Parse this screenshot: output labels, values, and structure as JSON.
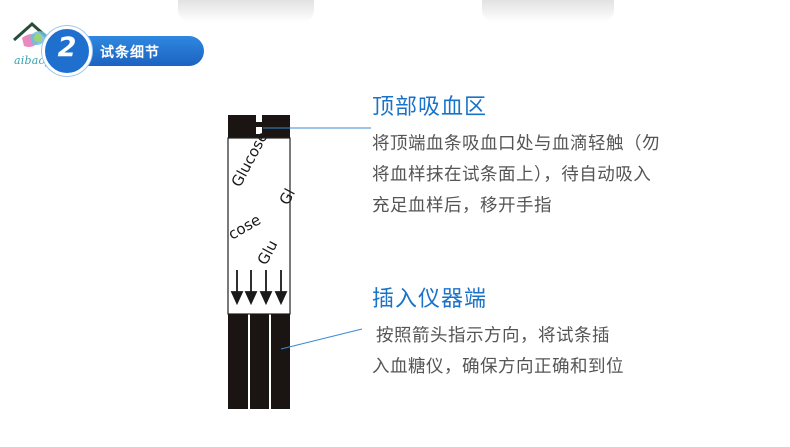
{
  "header": {
    "logo_text": "aibaoyi",
    "section_number": "2",
    "section_title": "试条细节"
  },
  "strip": {
    "brand_text": "Glucose",
    "brand_text_partial_1": "cose",
    "brand_text_partial_2": "Glu",
    "brand_text_partial_3": "Gl"
  },
  "callouts": [
    {
      "title": "顶部吸血区",
      "lines": [
        "将顶端血条吸血口处与血滴轻触（勿",
        "将血样抹在试条面上），待自动吸入",
        "充足血样后，移开手指"
      ]
    },
    {
      "title": "插入仪器端",
      "lines": [
        "按照箭头指示方向，将试条插",
        "入血糖仪，确保方向正确和到位"
      ]
    }
  ],
  "colors": {
    "accent": "#1b73c8",
    "pill": "#1f6fce",
    "body_text": "#555555",
    "strip_dark": "#1a1412"
  }
}
